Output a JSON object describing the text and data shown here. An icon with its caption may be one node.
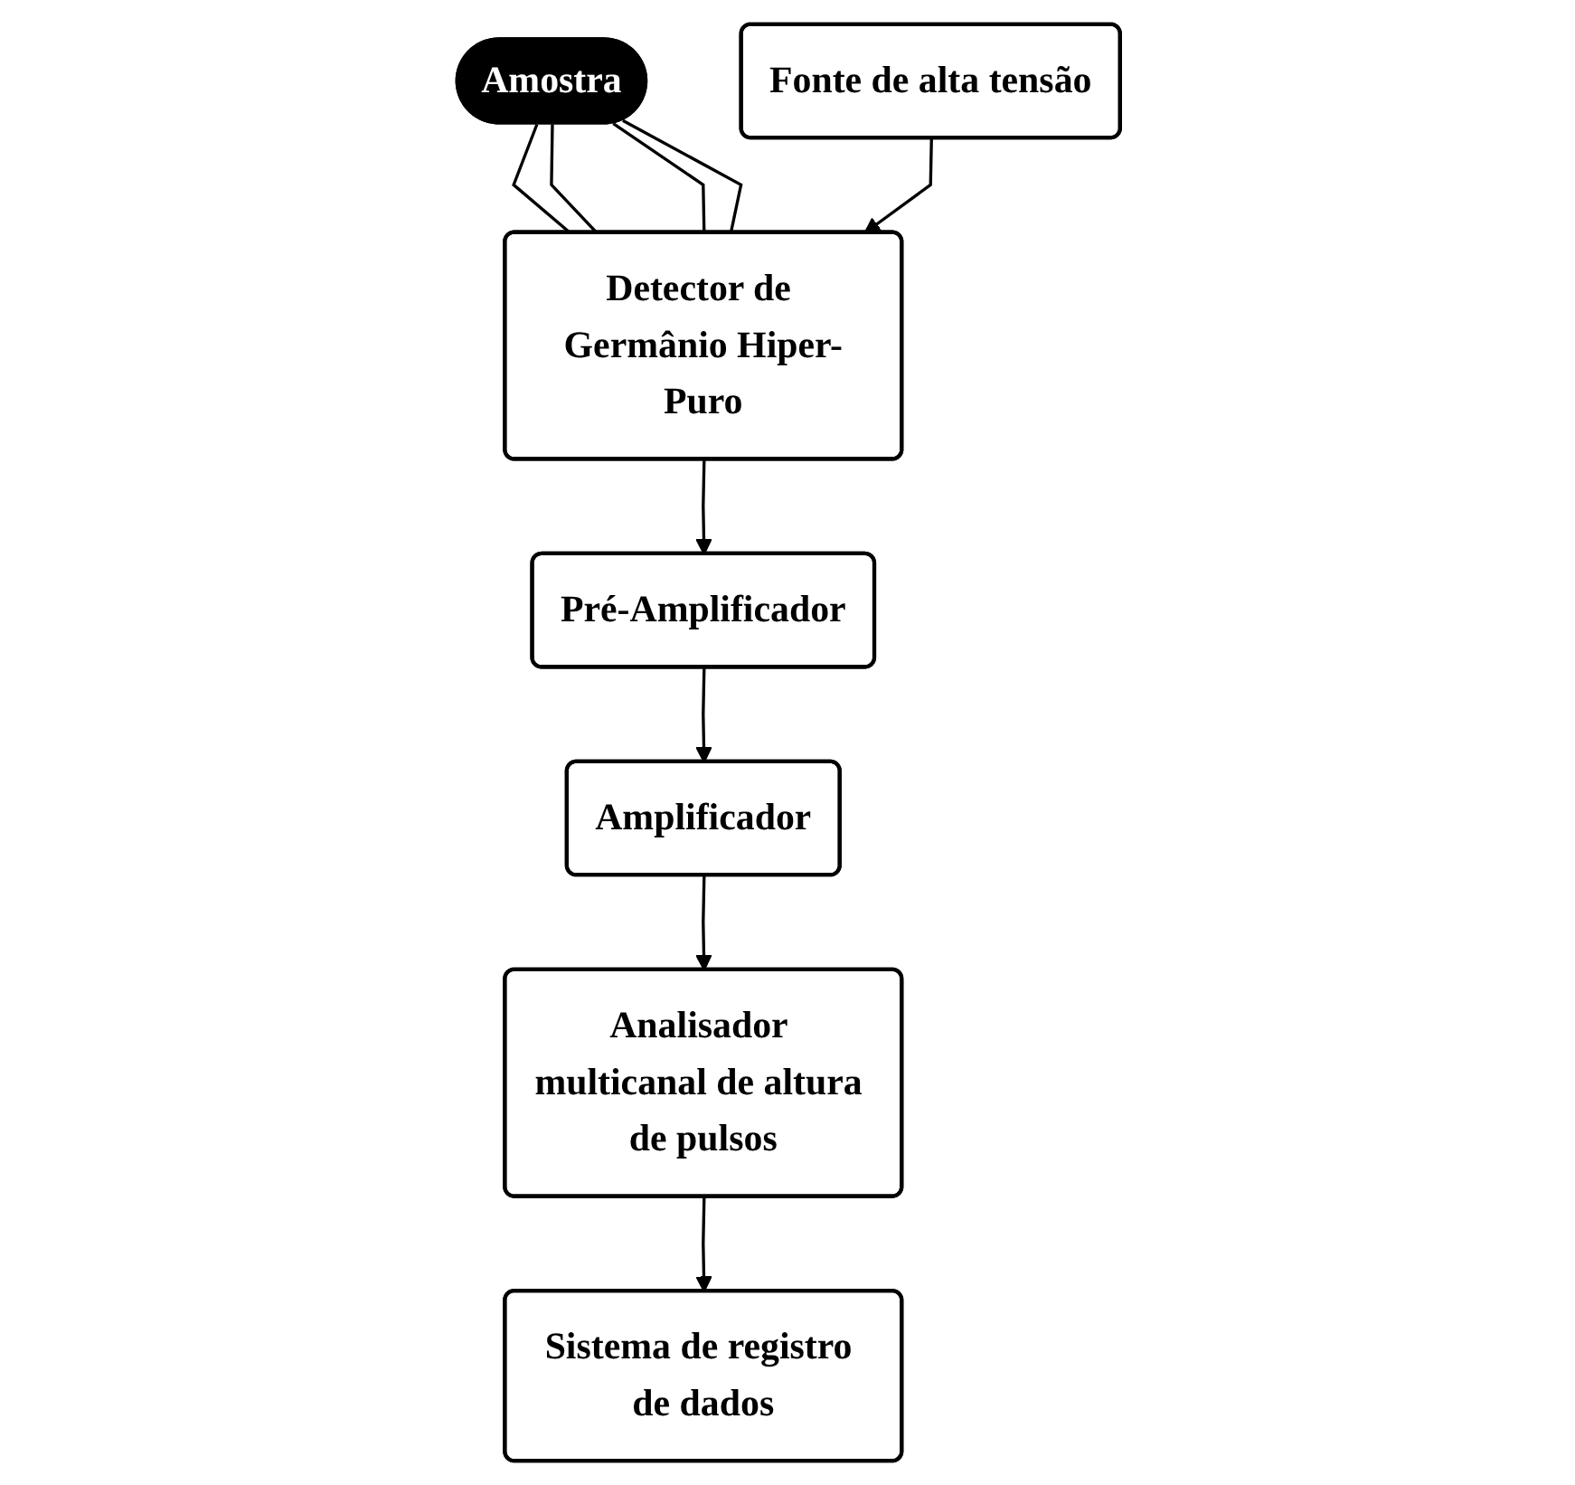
{
  "diagram": {
    "nodes": [
      {
        "text": [
          "Amostra"
        ]
      },
      {
        "text": [
          "Fonte de alta tensão"
        ]
      },
      {
        "text": [
          "Detector de Germânio Hiper-Puro"
        ]
      },
      {
        "text": [
          "Pré-Amplificador"
        ]
      },
      {
        "text": [
          "Amplificador"
        ]
      },
      {
        "text": [
          "Analisador multicanal de altura de pulsos"
        ]
      },
      {
        "text": [
          "Sistema de registro de dados"
        ]
      }
    ],
    "edges": [
      {
        "from": 0,
        "to": 2,
        "arrow": "none"
      },
      {
        "from": 0,
        "to": 2,
        "arrow": "none"
      },
      {
        "from": 0,
        "to": 2,
        "arrow": "none"
      },
      {
        "from": 0,
        "to": 2,
        "arrow": "none"
      },
      {
        "from": 1,
        "to": 2,
        "arrow": "to"
      },
      {
        "from": 2,
        "to": 3,
        "arrow": "to"
      },
      {
        "from": 3,
        "to": 4,
        "arrow": "to"
      },
      {
        "from": 4,
        "to": 5,
        "arrow": "to"
      },
      {
        "from": 5,
        "to": 6,
        "arrow": "to"
      }
    ]
  }
}
